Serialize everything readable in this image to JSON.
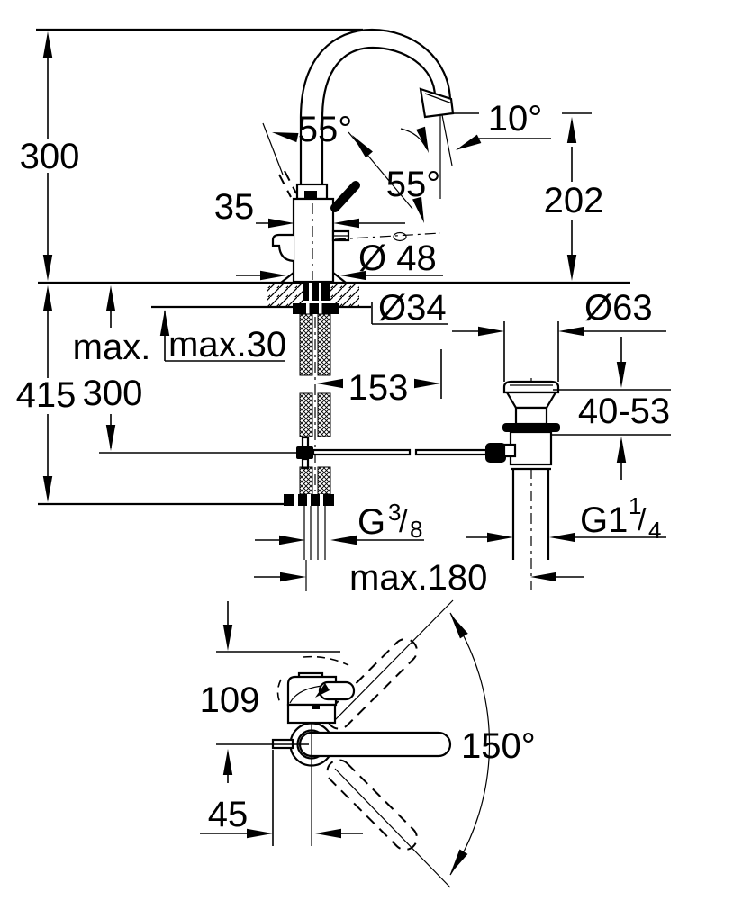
{
  "colors": {
    "line": "#000000",
    "background": "#ffffff"
  },
  "side_view": {
    "height_above_deck": "300",
    "below_deck_total": "415",
    "rod_depth_max_line1": "max.",
    "rod_depth_max_line2": "300",
    "deck_thickness_max": "max.30",
    "handle_angle_left": "55°",
    "handle_angle_front": "55°",
    "outlet_angle": "10°",
    "spout_outlet_height": "202",
    "body_width": "35",
    "base_diameter": "Ø 48",
    "hole_diameter": "Ø34",
    "rod_reach": "153",
    "supply_thread_main": "G",
    "supply_thread_sup": "3",
    "supply_thread_slash": "/",
    "supply_thread_sub": "8",
    "max_center_distance": "max.180"
  },
  "waste_view": {
    "flange_diameter": "Ø63",
    "clamping_range": "40-53",
    "outlet_thread_main": "G1",
    "outlet_thread_sup": "1",
    "outlet_thread_slash": "/",
    "outlet_thread_sub": "4"
  },
  "top_view": {
    "depth_to_center": "109",
    "center_to_edge": "45",
    "swivel_angle": "150°"
  }
}
